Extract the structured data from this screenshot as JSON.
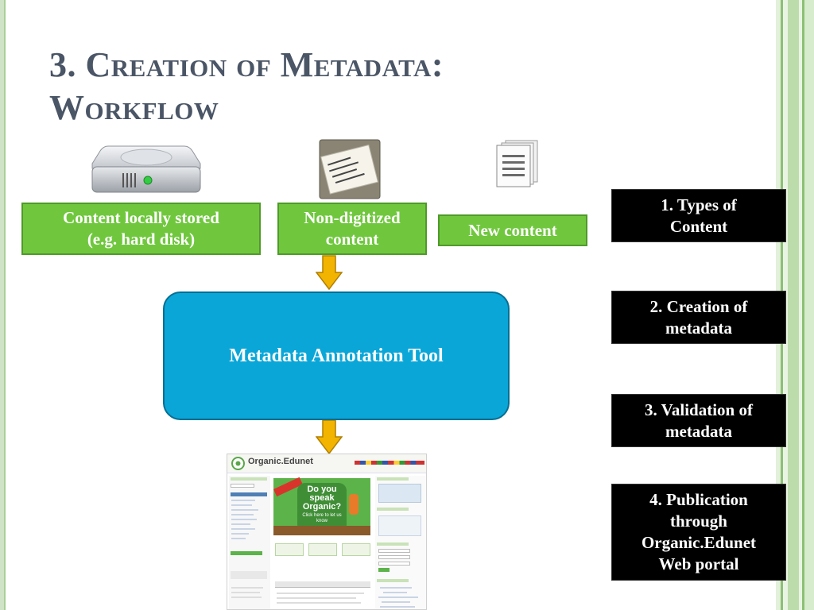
{
  "title": {
    "line1": "3. Creation of Metadata:",
    "line2": "Workflow"
  },
  "sources": [
    {
      "label_line1": "Content locally stored",
      "label_line2": "(e.g. hard disk)",
      "icon": "hard-disk-icon"
    },
    {
      "label_line1": "Non-digitized",
      "label_line2": "content",
      "icon": "paper-notes-icon"
    },
    {
      "label_line1": "New content",
      "label_line2": "",
      "icon": "documents-icon"
    }
  ],
  "tool": {
    "label": "Metadata Annotation Tool"
  },
  "steps": [
    {
      "line1": "1. Types of",
      "line2": "Content",
      "line3": "",
      "line4": ""
    },
    {
      "line1": "2. Creation of",
      "line2": "metadata",
      "line3": "",
      "line4": ""
    },
    {
      "line1": "3. Validation of",
      "line2": "metadata",
      "line3": "",
      "line4": ""
    },
    {
      "line1": "4. Publication",
      "line2": "through",
      "line3": "Organic.Edunet",
      "line4": "Web portal"
    }
  ],
  "portal_screenshot": {
    "logo": "Organic.Edunet",
    "promo_line1": "Do you",
    "promo_line2": "speak",
    "promo_line3": "Organic?",
    "promo_sub": "Click here to let us know"
  },
  "colors": {
    "title": "#4a5566",
    "source_box": "#70c73e",
    "tool_box": "#0aa6d8",
    "step_box": "#000000",
    "arrow": "#f2b400"
  }
}
